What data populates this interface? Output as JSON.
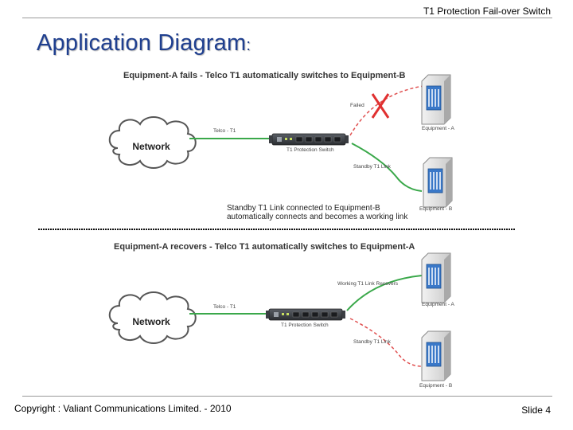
{
  "header": {
    "title": "T1 Protection Fail-over Switch"
  },
  "page_title": {
    "main": "Application Diagram",
    "suffix": ":"
  },
  "diagram_top": {
    "heading": "Equipment-A fails - Telco T1 automatically switches to Equipment-B",
    "network_label": "Network",
    "telco_label": "Telco - T1",
    "switch_label": "T1 Protection Switch",
    "failed_label": "Failed",
    "equip_a_label": "Equipment - A",
    "standby_label": "Standby T1 Link",
    "equip_b_label": "Equipment - B",
    "caption_line1": "Standby T1 Link connected to Equipment-B",
    "caption_line2": "automatically connects and becomes a working link"
  },
  "diagram_bottom": {
    "heading": "Equipment-A recovers - Telco T1 automatically switches to Equipment-A",
    "network_label": "Network",
    "telco_label": "Telco - T1",
    "switch_label": "T1 Protection Switch",
    "recovers_label": "Working T1 Link Recovers",
    "equip_a_label": "Equipment - A",
    "standby_label": "Standby T1 Link",
    "equip_b_label": "Equipment - B"
  },
  "footer": {
    "copyright": "Copyright : Valiant Communications Limited. - 2010",
    "slide": "Slide 4"
  },
  "colors": {
    "title": "#1f3f8f",
    "link_green": "#3aa84a",
    "link_red_dashed": "#e05050",
    "fail_x": "#e03030",
    "cloud_stroke": "#555555",
    "equipment_blue": "#3a78c8"
  }
}
